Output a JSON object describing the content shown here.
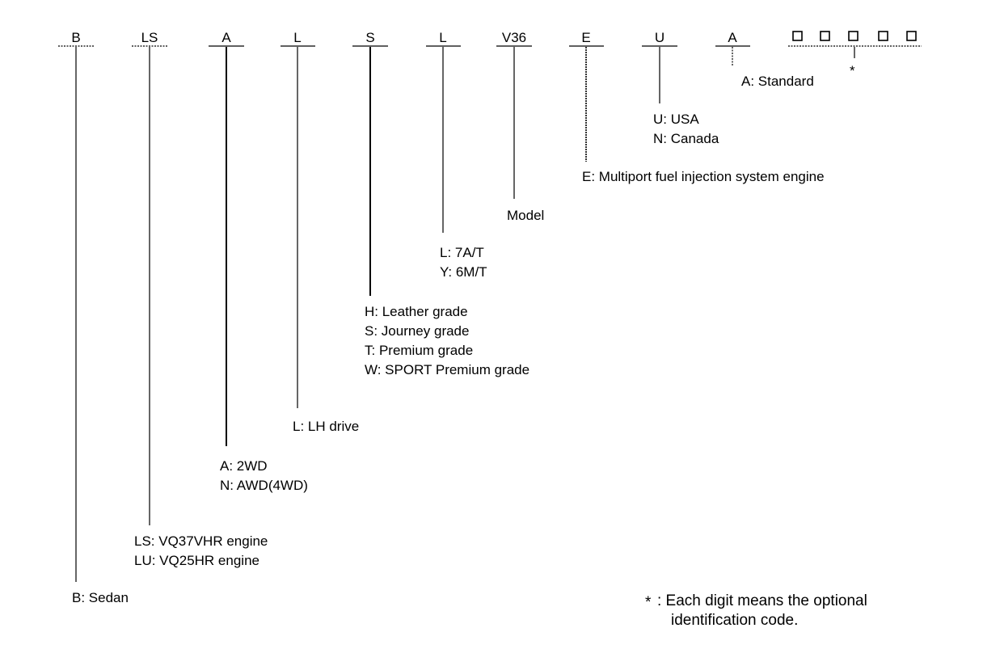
{
  "code_letters": [
    "B",
    "LS",
    "A",
    "L",
    "S",
    "L",
    "V36",
    "E",
    "U",
    "A"
  ],
  "optional_boxes_mark": "*",
  "descriptions": {
    "body": [
      "B: Sedan"
    ],
    "engine": [
      "LS: VQ37VHR engine",
      "LU: VQ25HR engine"
    ],
    "drive": [
      "A: 2WD",
      "N: AWD(4WD)"
    ],
    "steering": [
      "L: LH drive"
    ],
    "grade": [
      "H: Leather grade",
      "S: Journey grade",
      "T: Premium grade",
      "W: SPORT Premium grade"
    ],
    "transmission": [
      "L: 7A/T",
      "Y: 6M/T"
    ],
    "model": [
      "Model"
    ],
    "engine_type": [
      "E: Multiport fuel injection system engine"
    ],
    "destination": [
      "U: USA",
      "N: Canada"
    ],
    "spec": [
      "A: Standard"
    ]
  },
  "footnote": {
    "mark": "*",
    "lines": [
      ": Each digit means the optional",
      "identification code."
    ]
  }
}
